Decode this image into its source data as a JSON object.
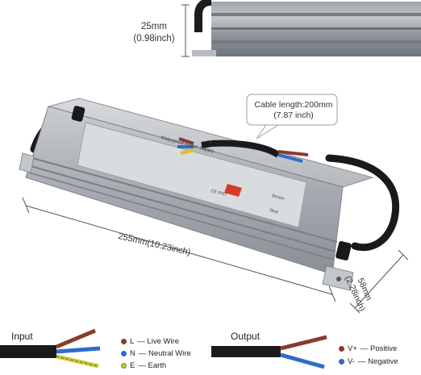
{
  "dimensions": {
    "height_mm": "25mm",
    "height_in": "(0.98inch)",
    "length": "255mm(10.23inch)",
    "width_mm": "58mm",
    "width_in": "(2.28inch)"
  },
  "cable": {
    "line1": "Cable length:200mm",
    "line2": "(7.87 inch)"
  },
  "input": {
    "title": "Input",
    "items": [
      {
        "letter": "L",
        "label": "— Live Wire",
        "color": "#8b3a2e"
      },
      {
        "letter": "N",
        "label": "— Neutral Wire",
        "color": "#2e6cc9"
      },
      {
        "letter": "E",
        "label": "— Earth",
        "color": "#d8c12a"
      }
    ]
  },
  "output": {
    "title": "Output",
    "items": [
      {
        "letter": "V+",
        "label": "— Positive",
        "color": "#8b3a2e"
      },
      {
        "letter": "V-",
        "label": "— Negative",
        "color": "#2e6cc9"
      }
    ]
  },
  "device": {
    "label_title": "Waterproof Power Supply",
    "wire_brown": "Brown",
    "wire_blue": "Blue",
    "cert": "CE IP67"
  }
}
